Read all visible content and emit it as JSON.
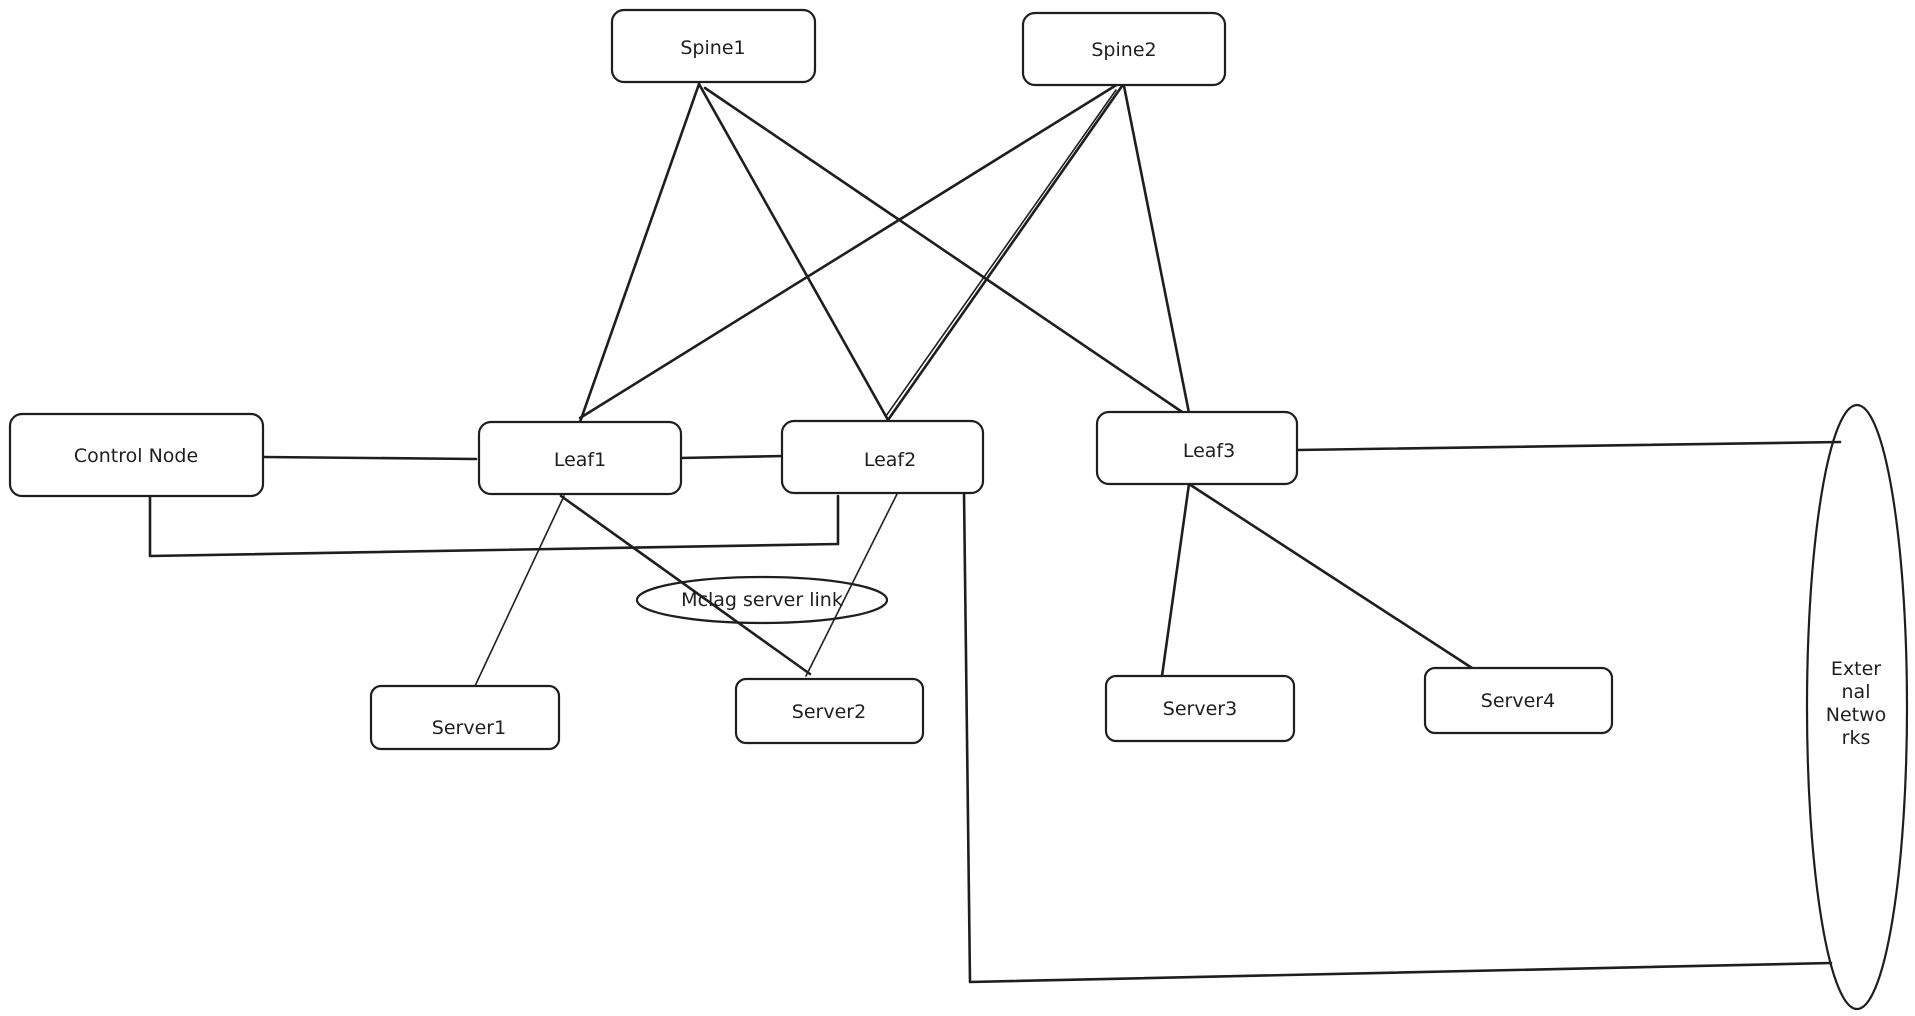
{
  "nodes": {
    "spine1": "Spine1",
    "spine2": "Spine2",
    "control_node": "Control Node",
    "leaf1": "Leaf1",
    "leaf2": "Leaf2",
    "leaf3": "Leaf3",
    "server1": "Server1",
    "server2": "Server2",
    "server3": "Server3",
    "server4": "Server4"
  },
  "annotations": {
    "mclag": "Mclag server link"
  },
  "external": {
    "lines": [
      "Exter",
      "nal",
      "Netwo",
      "rks"
    ]
  },
  "colors": {
    "stroke": "#1e1e1e",
    "background": "#ffffff"
  }
}
